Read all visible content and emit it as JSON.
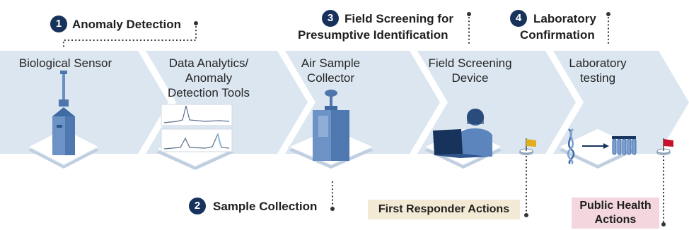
{
  "steps": [
    {
      "number": "1",
      "title": "Anomaly Detection"
    },
    {
      "number": "2",
      "title": "Sample Collection"
    },
    {
      "number": "3",
      "title_line1": "Field Screening for",
      "title_line2": "Presumptive Identification"
    },
    {
      "number": "4",
      "title_line1": "Laboratory",
      "title_line2": "Confirmation"
    }
  ],
  "stages": [
    {
      "line1": "Biological Sensor",
      "line2": "",
      "line3": ""
    },
    {
      "line1": "Data Analytics/",
      "line2": "Anomaly",
      "line3": "Detection Tools"
    },
    {
      "line1": "Air Sample",
      "line2": "Collector",
      "line3": ""
    },
    {
      "line1": "Field Screening",
      "line2": "Device",
      "line3": ""
    },
    {
      "line1": "Laboratory",
      "line2": "testing",
      "line3": ""
    }
  ],
  "actions": {
    "first_responder": "First Responder Actions",
    "public_health_line1": "Public Health",
    "public_health_line2": "Actions"
  },
  "colors": {
    "chevron": "#dbe6f0",
    "navy": "#17335c",
    "first_responder_bg": "#f2ead4",
    "public_health_bg": "#f3d6de",
    "yellow_flag": "#e0ae1e",
    "red_flag": "#c8102e"
  }
}
